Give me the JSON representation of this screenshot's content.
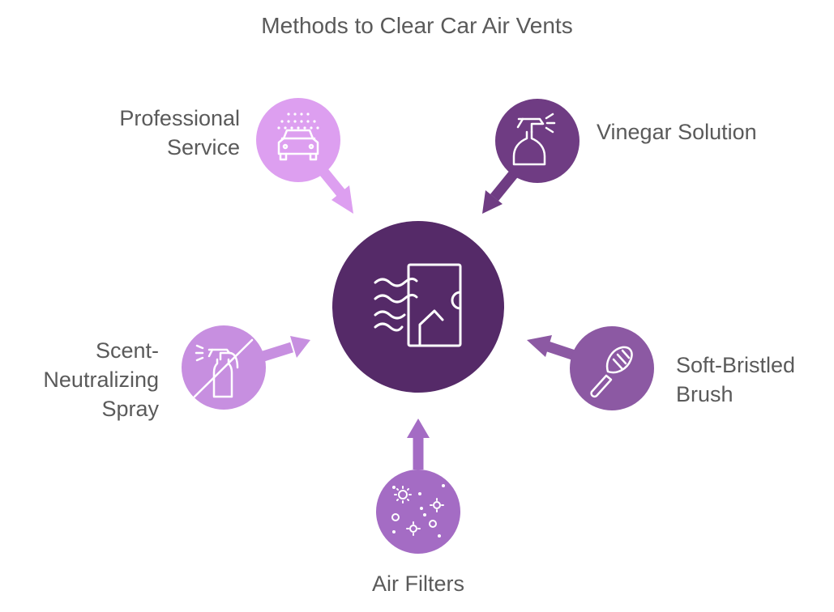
{
  "title": "Methods to Clear Car Air Vents",
  "center": {
    "icon": "air-vent-icon",
    "color": "#552a68"
  },
  "methods": [
    {
      "id": "professional-service",
      "lines": [
        "Professional",
        "Service"
      ],
      "icon": "car-wash-icon",
      "color": "#dd9ff0"
    },
    {
      "id": "vinegar-solution",
      "lines": [
        "Vinegar Solution"
      ],
      "icon": "spray-bottle-icon",
      "color": "#6f3c83"
    },
    {
      "id": "soft-bristled-brush",
      "lines": [
        "Soft-Bristled",
        "Brush"
      ],
      "icon": "brush-icon",
      "color": "#8c59a3"
    },
    {
      "id": "air-filters",
      "lines": [
        "Air Filters"
      ],
      "icon": "particles-icon",
      "color": "#a46cc4"
    },
    {
      "id": "scent-neutralizing-spray",
      "lines": [
        "Scent-",
        "Neutralizing",
        "Spray"
      ],
      "icon": "no-spray-icon",
      "color": "#c78fe0"
    }
  ]
}
